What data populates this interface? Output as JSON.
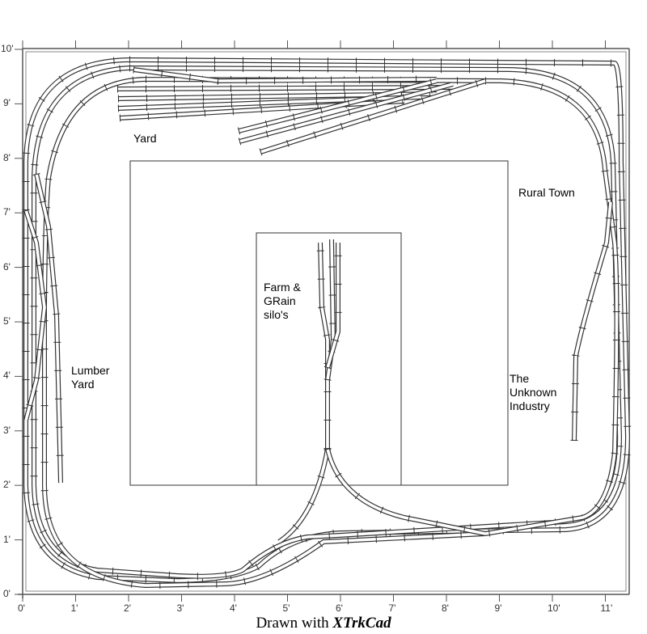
{
  "caption": {
    "prefix": "Drawn with",
    "brand": "XTrkCad"
  },
  "x_axis_labels": [
    "0'",
    "1'",
    "2'",
    "3'",
    "4'",
    "5'",
    "6'",
    "7'",
    "8'",
    "9'",
    "10'",
    "11'"
  ],
  "y_axis_labels": [
    "0'",
    "1'",
    "2'",
    "3'",
    "4'",
    "5'",
    "6'",
    "7'",
    "8'",
    "9'",
    "10'"
  ],
  "areas": {
    "yard": "Yard",
    "rural_town": "Rural Town",
    "farm": "Farm &\nGRain\nsilo's",
    "lumber": "Lumber\nYard",
    "unknown": "The\nUnknown\nIndustry"
  },
  "colors": {
    "track": "#333333",
    "frame": "#555555"
  }
}
